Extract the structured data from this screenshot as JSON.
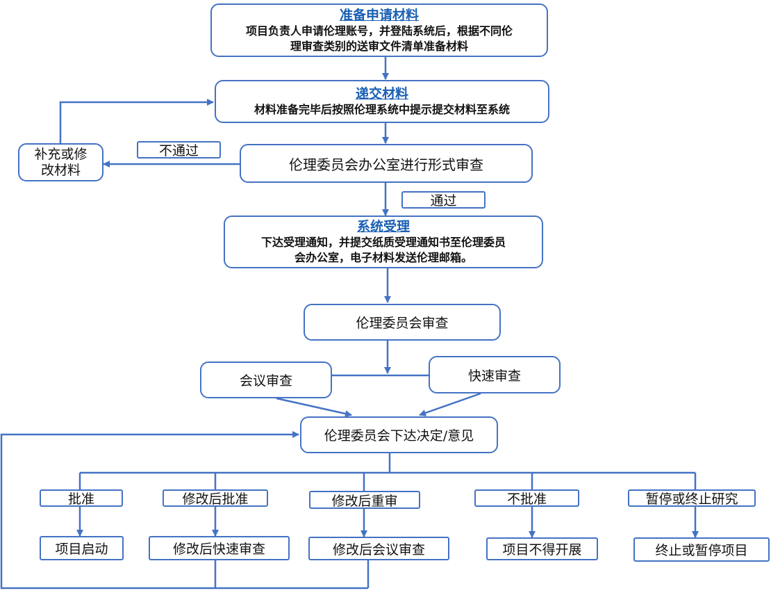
{
  "steps": {
    "prepare": {
      "title": "准备申请材料",
      "lines": [
        "项目负责人申请伦理账号，并登陆系统后，根据不同伦",
        "理审查类别的送审文件清单准备材料"
      ]
    },
    "submit": {
      "title": "递交材料",
      "lines": [
        "材料准备完毕后按照伦理系统中提示提交材料至系统"
      ]
    },
    "formal_review": "伦理委员会办公室进行形式审查",
    "supplement": [
      "补充或修",
      "改材料"
    ],
    "fail_label": "不通过",
    "pass_label": "通过",
    "accept": {
      "title": "系统受理",
      "lines": [
        "下达受理通知，并提交纸质受理通知书至伦理委员",
        "会办公室，电子材料发送伦理邮箱。"
      ]
    },
    "committee_review": "伦理委员会审查",
    "meeting_review": "会议审查",
    "fast_review": "快速审查",
    "decision": "伦理委员会下达决定/意见"
  },
  "outcomes": [
    {
      "decision": "批准",
      "result": "项目启动"
    },
    {
      "decision": "修改后批准",
      "result": "修改后快速审查"
    },
    {
      "decision": "修改后重审",
      "result": "修改后会议审查"
    },
    {
      "decision": "不批准",
      "result": "项目不得开展"
    },
    {
      "decision": "暂停或终止研究",
      "result": "终止或暂停项目"
    }
  ],
  "colors": {
    "line": "#4472c4",
    "title": "#1a5fb4",
    "text": "#111111"
  }
}
